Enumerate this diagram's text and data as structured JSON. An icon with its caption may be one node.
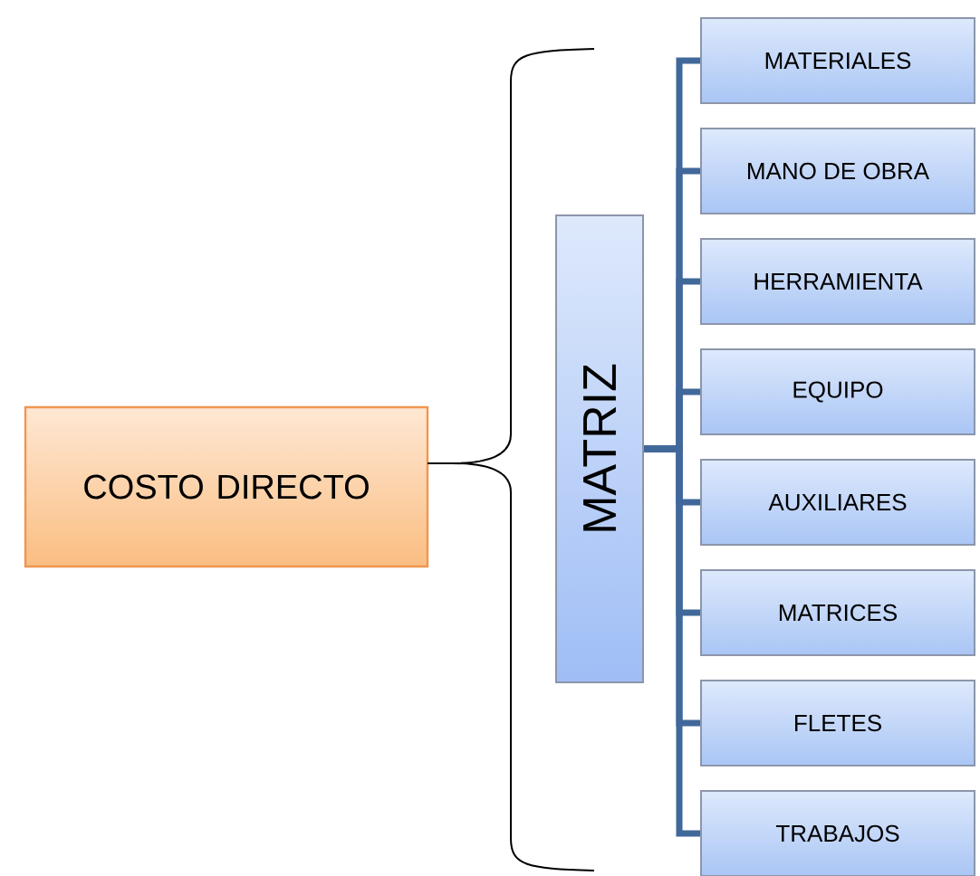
{
  "diagram": {
    "nodes": [
      {
        "text": [
          "COSTO DIRECTO"
        ]
      },
      {
        "text": [
          "MATRIZ"
        ]
      },
      {
        "text": [
          "MATERIALES"
        ]
      },
      {
        "text": [
          "MANO DE OBRA"
        ]
      },
      {
        "text": [
          "HERRAMIENTA"
        ]
      },
      {
        "text": [
          "EQUIPO"
        ]
      },
      {
        "text": [
          "AUXILIARES"
        ]
      },
      {
        "text": [
          "MATRICES"
        ]
      },
      {
        "text": [
          "FLETES"
        ]
      },
      {
        "text": [
          "TRABAJOS"
        ]
      }
    ],
    "edges": [
      {
        "from": 1,
        "to": 2,
        "arrow": "none"
      },
      {
        "from": 1,
        "to": 3,
        "arrow": "none"
      },
      {
        "from": 1,
        "to": 4,
        "arrow": "none"
      },
      {
        "from": 1,
        "to": 5,
        "arrow": "none"
      },
      {
        "from": 1,
        "to": 6,
        "arrow": "none"
      },
      {
        "from": 1,
        "to": 7,
        "arrow": "none"
      },
      {
        "from": 1,
        "to": 8,
        "arrow": "none"
      },
      {
        "from": 1,
        "to": 9,
        "arrow": "none"
      }
    ]
  }
}
